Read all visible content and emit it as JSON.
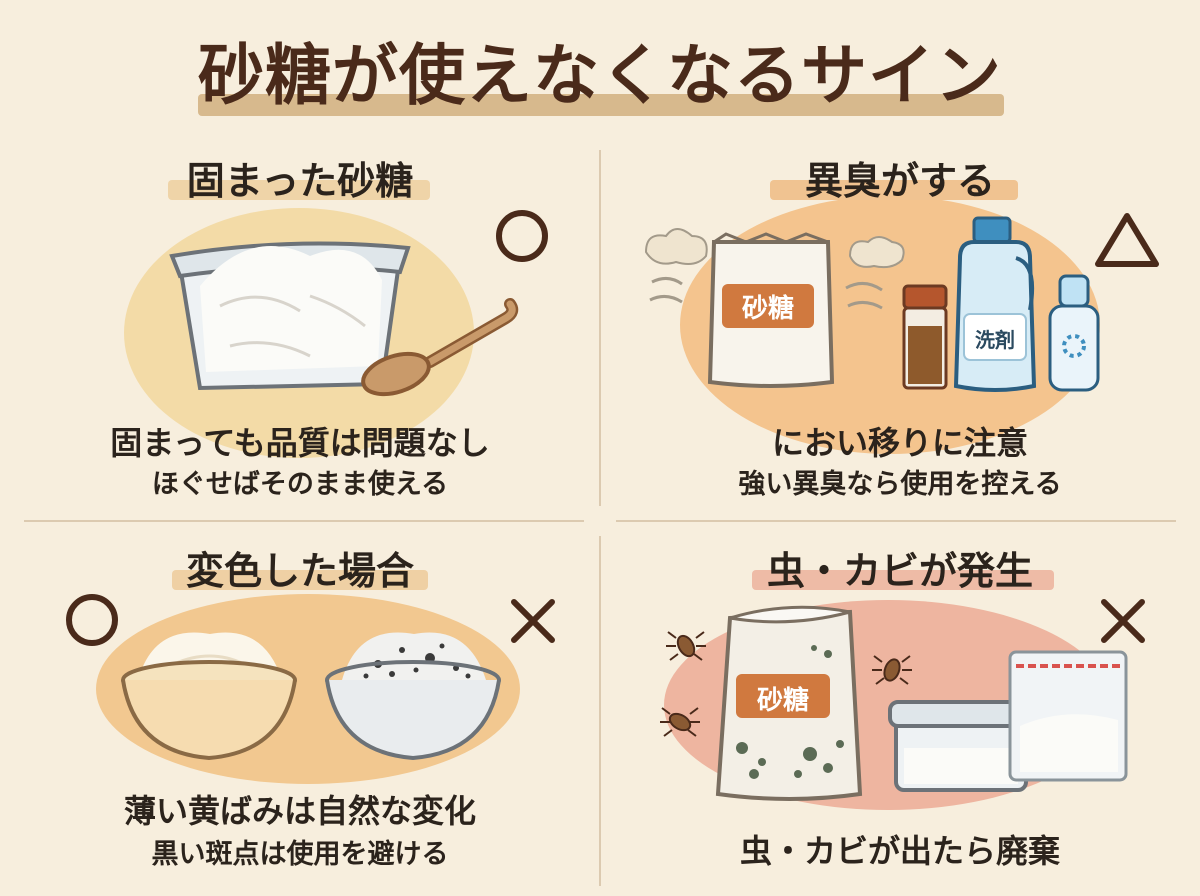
{
  "title": "砂糖が使えなくなるサイン",
  "colors": {
    "background": "#f7eedd",
    "title_text": "#4a2a1a",
    "mark": "#4a2a1a",
    "blob_yellow": "#f3dba7",
    "blob_orange": "#f4c48e",
    "blob_pink": "#eeb5a0"
  },
  "panels": [
    {
      "title": "固まった砂糖",
      "caption_main": "固まっても品質は問題なし",
      "caption_sub": "ほぐせばそのまま使える",
      "verdict_icon": "circle-mark-icon",
      "verdict_label": "○"
    },
    {
      "title": "異臭がする",
      "caption_main": "におい移りに注意",
      "caption_sub": "強い異臭なら使用を控える",
      "verdict_icon": "triangle-mark-icon",
      "verdict_label": "△",
      "bag_label": "砂糖",
      "detergent_label": "洗剤"
    },
    {
      "title": "変色した場合",
      "caption_main": "薄い黄ばみは自然な変化",
      "caption_sub": "黒い斑点は使用を避ける",
      "verdict_left_icon": "circle-mark-icon",
      "verdict_left_label": "○",
      "verdict_right_icon": "cross-mark-icon",
      "verdict_right_label": "×"
    },
    {
      "title": "虫・カビが発生",
      "caption_main": "虫・カビが出たら廃棄",
      "verdict_icon": "cross-mark-icon",
      "verdict_label": "×",
      "bag_label": "砂糖"
    }
  ]
}
